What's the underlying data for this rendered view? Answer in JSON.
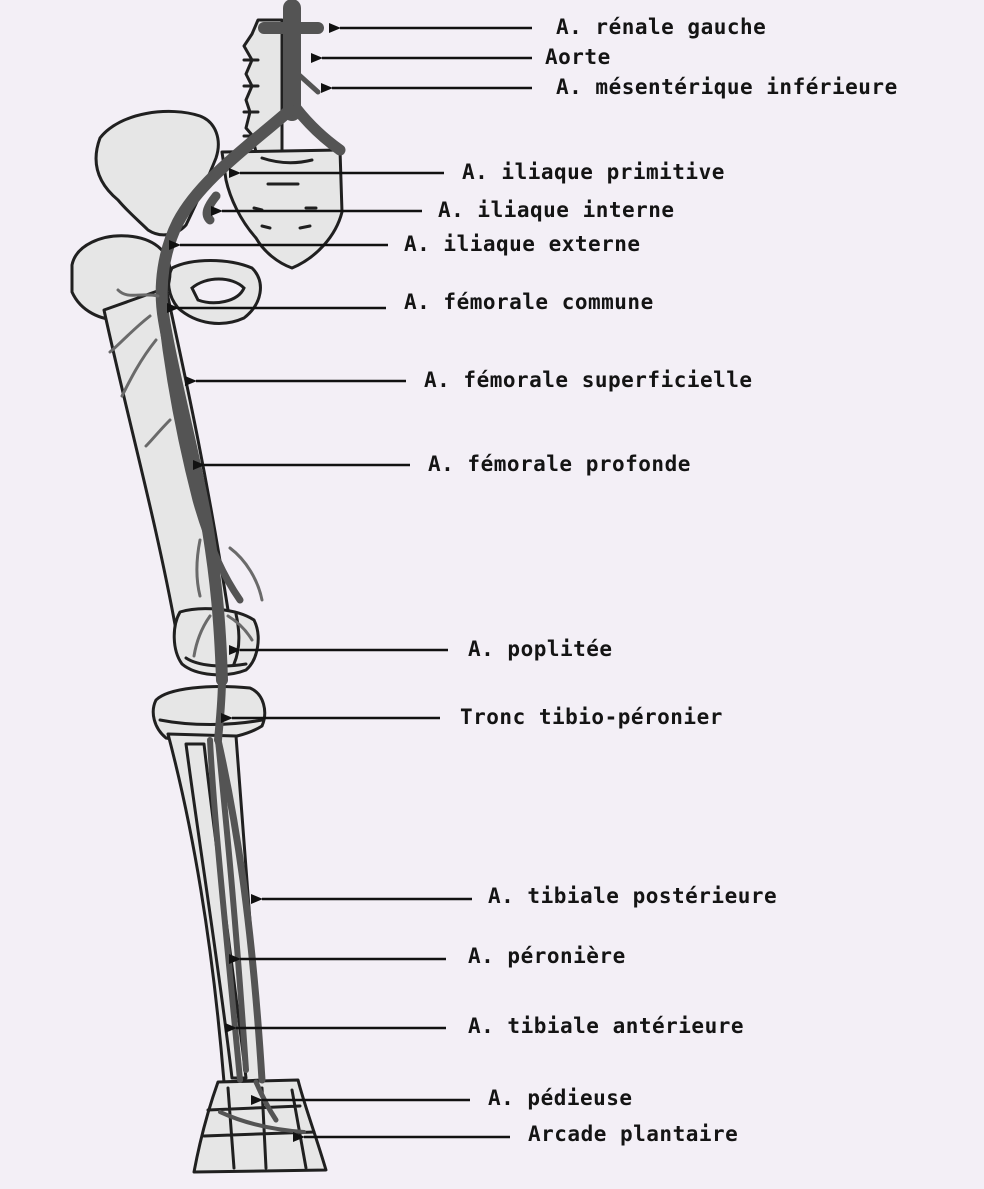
{
  "colors": {
    "background": "#f3eff6",
    "bone_fill": "#e6e6e6",
    "bone_outline": "#202020",
    "artery": "#545454",
    "text": "#141414"
  },
  "labels": [
    {
      "id": "renale-gauche",
      "text": "A. rénale gauche"
    },
    {
      "id": "aorte",
      "text": "Aorte"
    },
    {
      "id": "mesenterique-inferieure",
      "text": "A. mésentérique inférieure"
    },
    {
      "id": "iliaque-primitive",
      "text": "A. iliaque primitive"
    },
    {
      "id": "iliaque-interne",
      "text": "A. iliaque interne"
    },
    {
      "id": "iliaque-externe",
      "text": "A. iliaque externe"
    },
    {
      "id": "femorale-commune",
      "text": "A. fémorale commune"
    },
    {
      "id": "femorale-superficielle",
      "text": "A. fémorale superficielle"
    },
    {
      "id": "femorale-profonde",
      "text": "A. fémorale profonde"
    },
    {
      "id": "poplitee",
      "text": "A. poplitée"
    },
    {
      "id": "tronc-tibio-peronier",
      "text": "Tronc tibio-péronier"
    },
    {
      "id": "tibiale-posterieure",
      "text": "A. tibiale postérieure"
    },
    {
      "id": "peroniere",
      "text": "A. péronière"
    },
    {
      "id": "tibiale-anterieure",
      "text": "A. tibiale antérieure"
    },
    {
      "id": "pedieuse",
      "text": "A. pédieuse"
    },
    {
      "id": "arcade-plantaire",
      "text": "Arcade plantaire"
    }
  ]
}
